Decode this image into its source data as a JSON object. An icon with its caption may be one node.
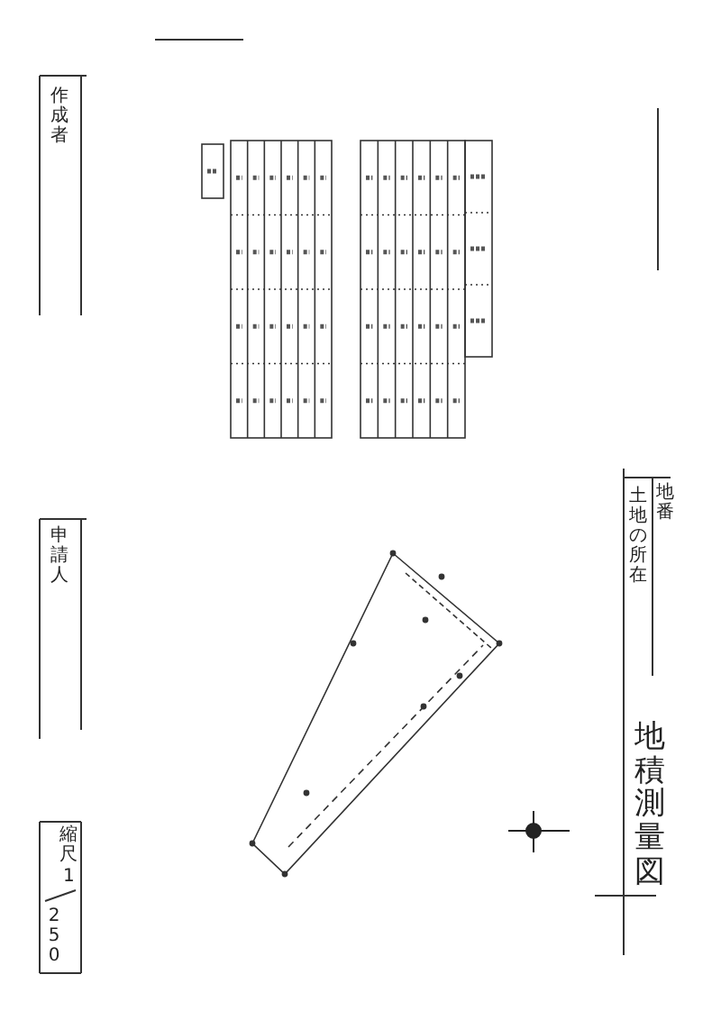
{
  "diagram": {
    "title": "地積測量図",
    "nodes": [
      {
        "text": [],
        "shape": "picture"
      }
    ],
    "labels": [
      "地番",
      "土地の所在",
      "作成者",
      "申請人",
      "縮尺",
      "1",
      "250"
    ]
  }
}
